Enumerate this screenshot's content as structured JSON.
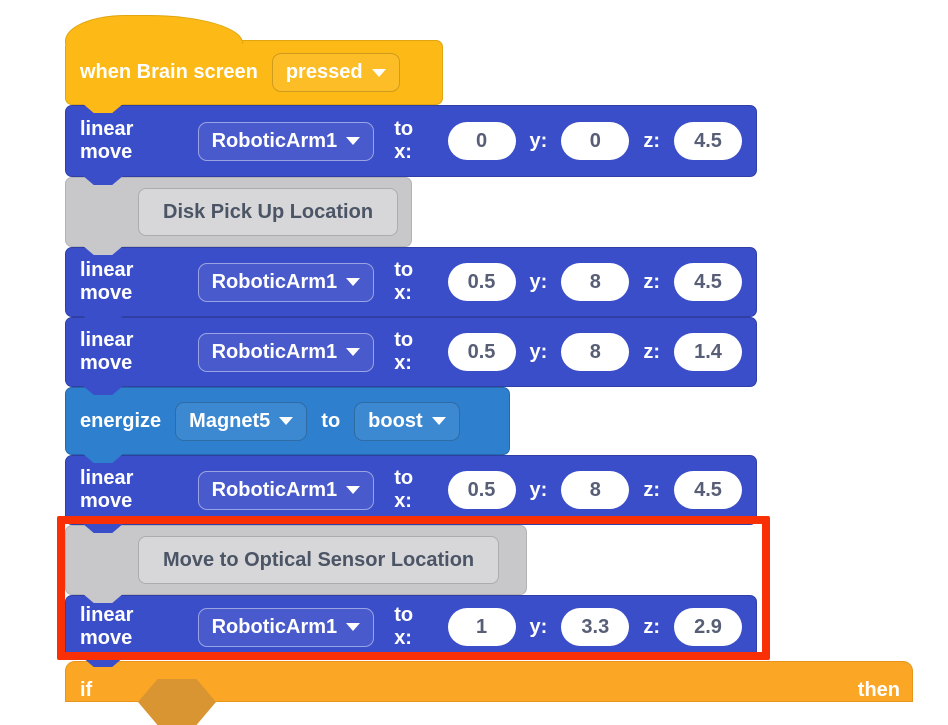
{
  "hat": {
    "label": "when Brain screen",
    "selected": "pressed"
  },
  "move_label": "linear move",
  "device": "RoboticArm1",
  "to_x_label": "to x:",
  "y_label": "y:",
  "z_label": "z:",
  "moves": [
    {
      "x": "0",
      "y": "0",
      "z": "4.5"
    },
    {
      "x": "0.5",
      "y": "8",
      "z": "4.5"
    },
    {
      "x": "0.5",
      "y": "8",
      "z": "1.4"
    },
    {
      "x": "0.5",
      "y": "8",
      "z": "4.5"
    },
    {
      "x": "1",
      "y": "3.3",
      "z": "2.9"
    }
  ],
  "comments": [
    {
      "text": "Disk Pick Up Location"
    },
    {
      "text": "Move to Optical Sensor Location"
    }
  ],
  "energize": {
    "label": "energize",
    "magnet": "Magnet5",
    "to": "to",
    "mode": "boost"
  },
  "if_block": {
    "if_label": "if",
    "then_label": "then"
  },
  "colors": {
    "event_yellow": "#FDB916",
    "motion_blue": "#3B4EC9",
    "magnet_blue": "#2E80CF",
    "comment_gray": "#C8C8CB",
    "control_orange": "#FCA625",
    "highlight_red": "#F93005",
    "value_text": "#575E75"
  }
}
